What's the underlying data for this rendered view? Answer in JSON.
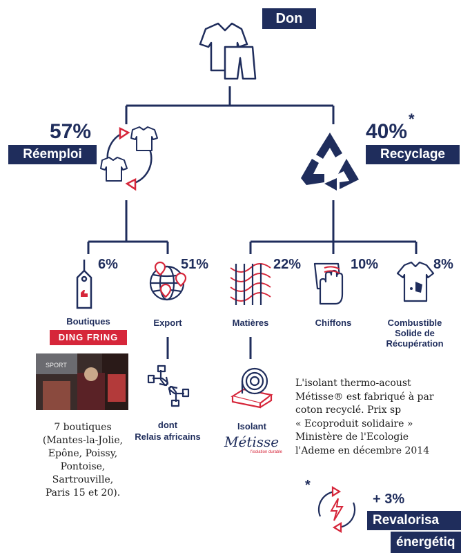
{
  "top": {
    "title": "Don"
  },
  "reemploi": {
    "pct": "57%",
    "label": "Réemploi"
  },
  "recyclage": {
    "pct": "40%",
    "asterisk": "*",
    "label": "Recyclage"
  },
  "items": [
    {
      "pct": "6%",
      "label": "Boutiques",
      "icon": "price-tag-icon"
    },
    {
      "pct": "51%",
      "label": "Export",
      "icon": "globe-pin-icon"
    },
    {
      "pct": "22%",
      "label": "Matières",
      "icon": "fiber-icon"
    },
    {
      "pct": "10%",
      "label": "Chiffons",
      "icon": "cloth-hand-icon"
    },
    {
      "pct": "8%",
      "label": "Combustible Solide de Récupération",
      "label_lines": [
        "Combustible",
        "Solide de",
        "Récupération"
      ],
      "icon": "shirt-stain-icon"
    }
  ],
  "brand": {
    "dingfring": "DING FRING",
    "metisse": "Métisse",
    "metisse_sub": "l'isolation durable"
  },
  "export_sub": {
    "line1": "dont",
    "line2": "Relais africains"
  },
  "isolant": {
    "label": "Isolant"
  },
  "boutiques_text": [
    "7 boutiques",
    "(Mantes-la-Jolie,",
    "Epône, Poissy,",
    "Pontoise,",
    "Sartrouville,",
    "Paris 15 et 20)."
  ],
  "metisse_text": [
    "L'isolant thermo-acoust",
    "Métisse® est fabriqué à par",
    "coton recyclé. Prix sp",
    "« Ecoproduit solidaire »",
    "Ministère de l'Ecologie",
    "l'Ademe en décembre 2014"
  ],
  "revalo": {
    "asterisk": "*",
    "pct": "+ 3%",
    "label1": "Revalorisa",
    "label2": "énergétiq"
  },
  "colors": {
    "navy": "#1f2d5c",
    "red": "#d6263a"
  }
}
